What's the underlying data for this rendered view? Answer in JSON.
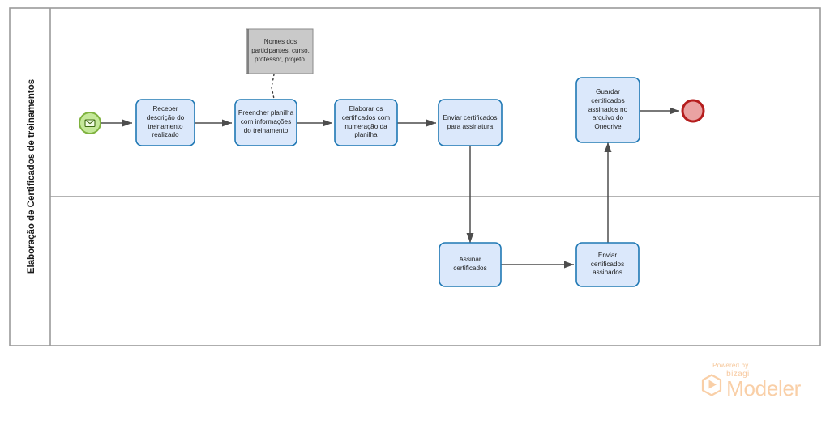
{
  "diagram": {
    "type": "bpmn",
    "title": "Elaboração de Certificados de treinamentos",
    "pool": {
      "label": "Elaboração de Certificados de treinamentos",
      "lanes": 2
    },
    "colors": {
      "task_fill": "#dbe8fb",
      "task_stroke": "#1f78b4",
      "start_fill": "#c5e89a",
      "start_stroke": "#7fb23f",
      "end_fill": "#eaa2a2",
      "end_stroke": "#b51d1d",
      "annotation_fill": "#c9c9c9",
      "annotation_stroke": "#8a8a8a",
      "flow_stroke": "#4d4d4d",
      "pool_stroke": "#9a9a9a",
      "watermark": "#f9cfa7"
    },
    "events": [
      {
        "id": "start",
        "name": "message-start-event",
        "kind": "start",
        "icon": "envelope-icon",
        "label": ""
      },
      {
        "id": "end",
        "name": "end-event",
        "kind": "end",
        "label": ""
      }
    ],
    "tasks": [
      {
        "id": "t1",
        "label": "Receber descrição do treinamento realizado",
        "lane": "top"
      },
      {
        "id": "t2",
        "label": "Preencher planilha com informações do treinamento",
        "lane": "top"
      },
      {
        "id": "t3",
        "label": "Elaborar os certificados com numeração da planilha",
        "lane": "top"
      },
      {
        "id": "t4",
        "label": "Enviar certificados para assinatura",
        "lane": "top"
      },
      {
        "id": "t5",
        "label": "Guardar certificados assinados no arquivo do Onedrive",
        "lane": "top"
      },
      {
        "id": "t6",
        "label": "Assinar certificados",
        "lane": "bottom"
      },
      {
        "id": "t7",
        "label": "Enviar certificados assinados",
        "lane": "bottom"
      }
    ],
    "annotations": [
      {
        "id": "a1",
        "label": "Nomes dos participantes, curso, professor, projeto.",
        "attached_to": "t2"
      }
    ],
    "flows": [
      {
        "from": "start",
        "to": "t1"
      },
      {
        "from": "t1",
        "to": "t2"
      },
      {
        "from": "t2",
        "to": "t3"
      },
      {
        "from": "t3",
        "to": "t4"
      },
      {
        "from": "t4",
        "to": "t6"
      },
      {
        "from": "t6",
        "to": "t7"
      },
      {
        "from": "t7",
        "to": "t5"
      },
      {
        "from": "t5",
        "to": "end"
      }
    ]
  },
  "watermark": {
    "powered_by": "Powered by",
    "brand": "bizagi",
    "product": "Modeler"
  }
}
